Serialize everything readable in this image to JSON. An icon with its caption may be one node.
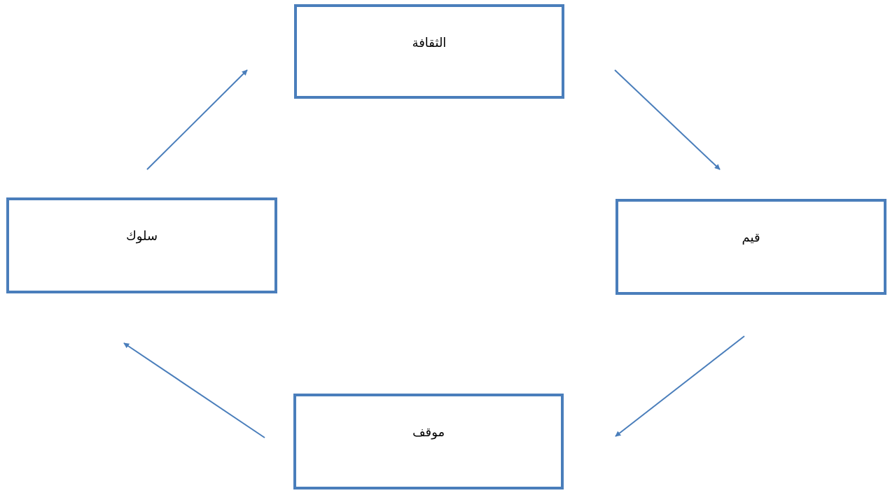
{
  "diagram": {
    "nodes": [
      {
        "text": [
          "الثقافة"
        ]
      },
      {
        "text": [
          "قيم"
        ]
      },
      {
        "text": [
          "موقف"
        ]
      },
      {
        "text": [
          "سلوك"
        ]
      }
    ],
    "edges": [
      {
        "from": 0,
        "to": 1,
        "arrow": "to"
      },
      {
        "from": 1,
        "to": 2,
        "arrow": "to"
      },
      {
        "from": 2,
        "to": 3,
        "arrow": "to"
      },
      {
        "from": 3,
        "to": 0,
        "arrow": "to"
      }
    ]
  }
}
